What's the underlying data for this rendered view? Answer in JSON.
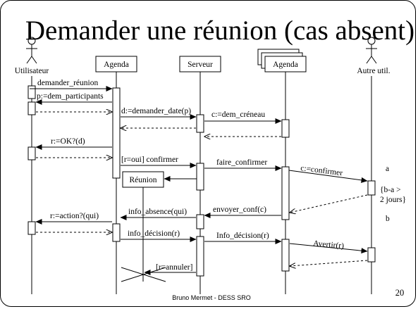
{
  "slide": {
    "title": "Demander une réunion (cas absent)",
    "footer": "Bruno Mermet - DESS SRO",
    "page_number": "20"
  },
  "participants": {
    "utilisateur": "Utilisateur",
    "agenda": "Agenda",
    "serveur": "Serveur",
    "agenda_multi": "Agenda",
    "autre": "Autre util.",
    "reunion": "Réunion"
  },
  "messages": {
    "m1": "demander_réunion",
    "m2": "p:=dem_participants",
    "m3": "d:=demander_date(p)",
    "m4": "c:=dem_créneau",
    "m5": "r:=OK?(d)",
    "m6": "[r=oui] confirmer",
    "m7": "faire_confirmer",
    "m8": "c:=confirmer",
    "m9": "envoyer_conf(c)",
    "m10": "info_absence(qui)",
    "m11": "r:=action?(qui)",
    "m12": "info_décision(r)",
    "m13": "Info_décision(r)",
    "m14": "Avertir(r)",
    "m15": "[r=annuler]"
  },
  "annotations": {
    "a": "a",
    "constraint_line1": "{b-a >",
    "constraint_line2": "2 jours}",
    "b": "b"
  }
}
